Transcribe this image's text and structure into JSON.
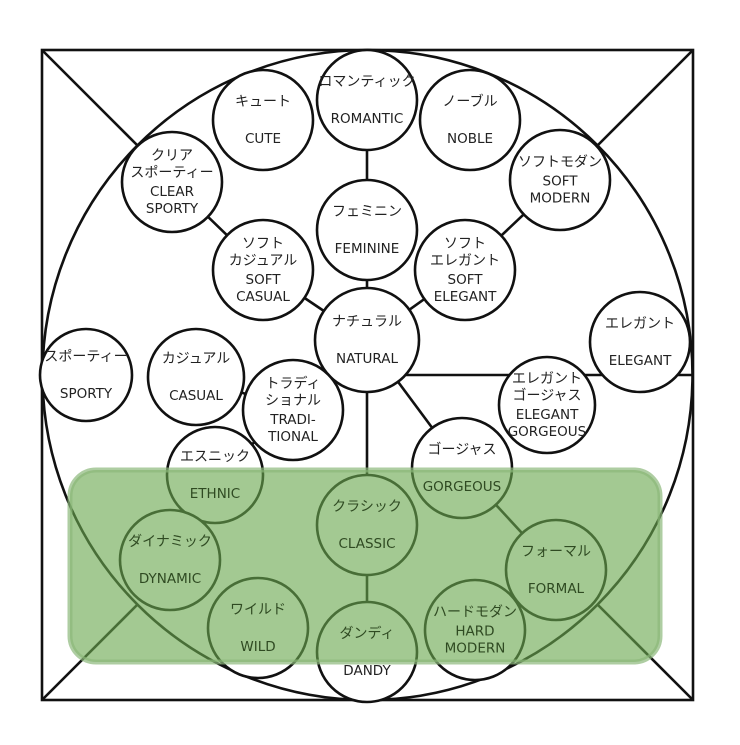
{
  "highlight_color": "#6aa84f",
  "nodes": [
    {
      "id": "romantic",
      "jp": [
        "ロマンティック"
      ],
      "en": [
        "ROMANTIC"
      ]
    },
    {
      "id": "cute",
      "jp": [
        "キュート"
      ],
      "en": [
        "CUTE"
      ]
    },
    {
      "id": "noble",
      "jp": [
        "ノーブル"
      ],
      "en": [
        "NOBLE"
      ]
    },
    {
      "id": "clear-sporty",
      "jp": [
        "クリア",
        "スポーティー"
      ],
      "en": [
        "CLEAR",
        "SPORTY"
      ]
    },
    {
      "id": "soft-modern",
      "jp": [
        "ソフトモダン"
      ],
      "en": [
        "SOFT",
        "MODERN"
      ]
    },
    {
      "id": "feminine",
      "jp": [
        "フェミニン"
      ],
      "en": [
        "FEMININE"
      ]
    },
    {
      "id": "soft-casual",
      "jp": [
        "ソフト",
        "カジュアル"
      ],
      "en": [
        "SOFT",
        "CASUAL"
      ]
    },
    {
      "id": "soft-elegant",
      "jp": [
        "ソフト",
        "エレガント"
      ],
      "en": [
        "SOFT",
        "ELEGANT"
      ]
    },
    {
      "id": "natural",
      "jp": [
        "ナチュラル"
      ],
      "en": [
        "NATURAL"
      ]
    },
    {
      "id": "elegant",
      "jp": [
        "エレガント"
      ],
      "en": [
        "ELEGANT"
      ]
    },
    {
      "id": "sporty",
      "jp": [
        "スポーティー"
      ],
      "en": [
        "SPORTY"
      ]
    },
    {
      "id": "casual",
      "jp": [
        "カジュアル"
      ],
      "en": [
        "CASUAL"
      ]
    },
    {
      "id": "traditional",
      "jp": [
        "トラディ",
        "ショナル"
      ],
      "en": [
        "TRADI-",
        "TIONAL"
      ]
    },
    {
      "id": "elegant-gorgeous",
      "jp": [
        "エレガント",
        "ゴージャス"
      ],
      "en": [
        "ELEGANT",
        "GORGEOUS"
      ]
    },
    {
      "id": "ethnic",
      "jp": [
        "エスニック"
      ],
      "en": [
        "ETHNIC"
      ]
    },
    {
      "id": "gorgeous",
      "jp": [
        "ゴージャス"
      ],
      "en": [
        "GORGEOUS"
      ]
    },
    {
      "id": "classic",
      "jp": [
        "クラシック"
      ],
      "en": [
        "CLASSIC"
      ]
    },
    {
      "id": "dynamic",
      "jp": [
        "ダイナミック"
      ],
      "en": [
        "DYNAMIC"
      ]
    },
    {
      "id": "formal",
      "jp": [
        "フォーマル"
      ],
      "en": [
        "FORMAL"
      ]
    },
    {
      "id": "wild",
      "jp": [
        "ワイルド"
      ],
      "en": [
        "WILD"
      ]
    },
    {
      "id": "dandy",
      "jp": [
        "ダンディ"
      ],
      "en": [
        "DANDY"
      ]
    },
    {
      "id": "hard-modern",
      "jp": [
        "ハードモダン"
      ],
      "en": [
        "HARD",
        "MODERN"
      ]
    }
  ],
  "edges": [
    [
      "romantic",
      "feminine"
    ],
    [
      "feminine",
      "natural"
    ],
    [
      "clear-sporty",
      "soft-casual"
    ],
    [
      "soft-casual",
      "natural"
    ],
    [
      "soft-modern",
      "soft-elegant"
    ],
    [
      "soft-elegant",
      "natural"
    ],
    [
      "natural",
      "traditional"
    ],
    [
      "natural",
      "gorgeous"
    ],
    [
      "natural",
      "classic"
    ],
    [
      "casual",
      "traditional"
    ],
    [
      "traditional",
      "ethnic"
    ],
    [
      "ethnic",
      "dynamic"
    ],
    [
      "gorgeous",
      "formal"
    ],
    [
      "classic",
      "dandy"
    ]
  ]
}
